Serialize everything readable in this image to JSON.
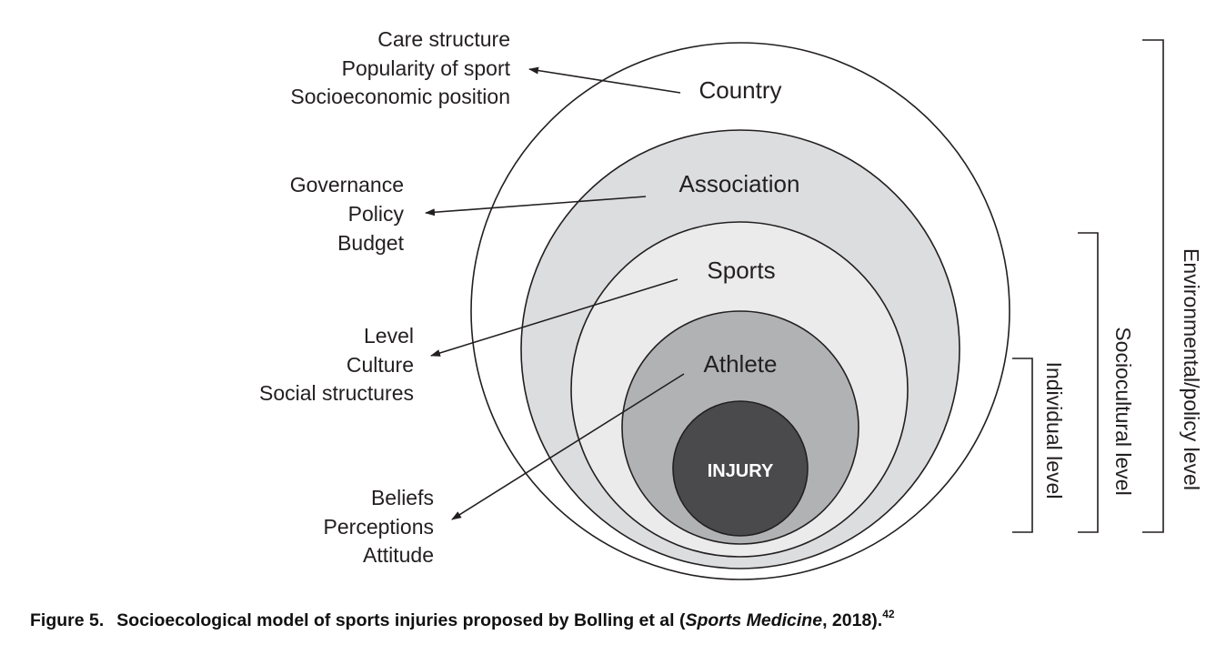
{
  "diagram": {
    "title": "Socioecological model of sports injuries",
    "rings": [
      {
        "id": "country",
        "label": "Country",
        "fill": "#ffffff"
      },
      {
        "id": "association",
        "label": "Association",
        "fill": "#dcdddf"
      },
      {
        "id": "sports",
        "label": "Sports",
        "fill": "#ebebec"
      },
      {
        "id": "athlete",
        "label": "Athlete",
        "fill": "#b1b2b4"
      },
      {
        "id": "injury",
        "label": "INJURY",
        "fill": "#4a4a4d"
      }
    ],
    "factors": {
      "country": [
        "Care structure",
        "Popularity of sport",
        "Socioeconomic position"
      ],
      "association": [
        "Governance",
        "Policy",
        "Budget"
      ],
      "sports": [
        "Level",
        "Culture",
        "Social structures"
      ],
      "athlete": [
        "Beliefs",
        "Perceptions",
        "Attitude"
      ]
    },
    "levels": {
      "environmental": "Environmental/policy level",
      "sociocultural": "Sociocultural level",
      "individual": "Individual level"
    },
    "stroke_color": "#231f20"
  },
  "caption": {
    "figure_label": "Figure 5.",
    "text_before": "Socioecological model of sports injuries proposed by Bolling et al (",
    "journal": "Sports Medicine",
    "text_after": ", 2018).",
    "reference": "42"
  }
}
